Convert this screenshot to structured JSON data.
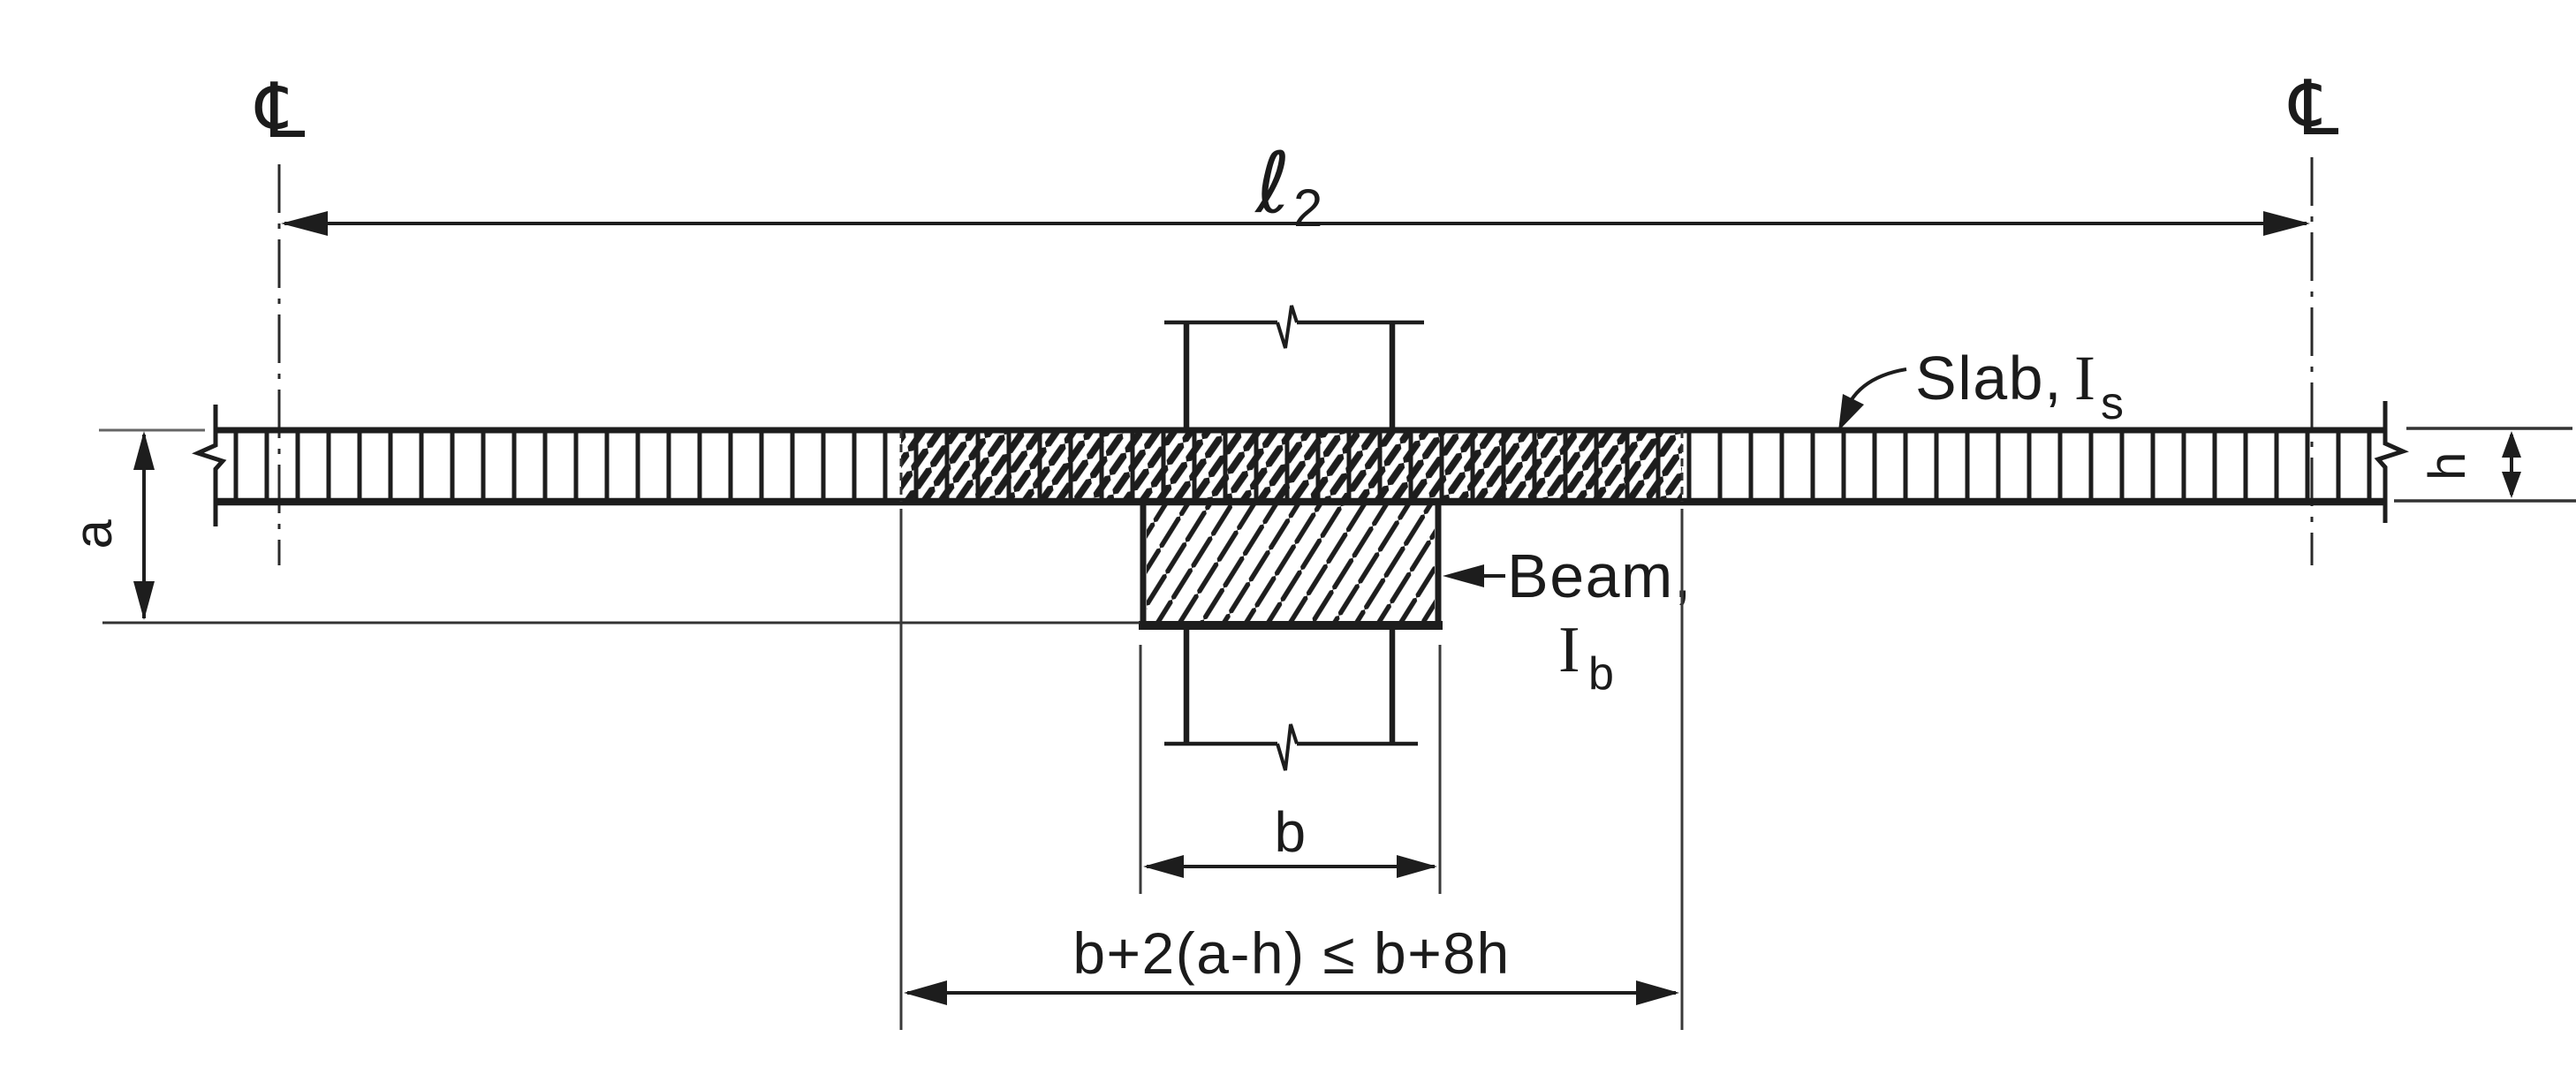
{
  "figure": {
    "background": "#ffffff",
    "ink_color": "#1d1d1d",
    "labels": {
      "centerline_left": "℄",
      "centerline_right": "℄",
      "span_symbol": "ℓ",
      "span_subscript": "2",
      "slab_name": "Slab,",
      "slab_inertia_symbol": "I",
      "slab_inertia_subscript": "s",
      "beam_name": "Beam,",
      "beam_inertia_symbol": "I",
      "beam_inertia_subscript": "b",
      "dim_total_depth": "a",
      "dim_slab_thickness": "h",
      "dim_beam_width": "b",
      "dim_effective_width_formula": "b+2(a-h) ≤ b+8h"
    }
  }
}
